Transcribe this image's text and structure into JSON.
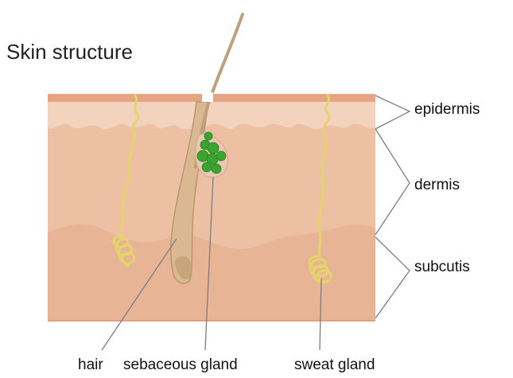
{
  "title": "Skin structure",
  "layers": {
    "epidermis": "epidermis",
    "dermis": "dermis",
    "subcutis": "subcutis"
  },
  "structures": {
    "hair": "hair",
    "sebaceous_gland": "sebaceous gland",
    "sweat_gland": "sweat gland"
  },
  "colors": {
    "skin_surface": "#e6a482",
    "epidermis": "#f3d3be",
    "dermis": "#eec0a3",
    "subcutis": "#e7b495",
    "hair": "#c9ab86",
    "sebaceous_gland": "#39a531",
    "sweat_gland": "#e6d36b",
    "leader_line": "#7d7d7d"
  }
}
